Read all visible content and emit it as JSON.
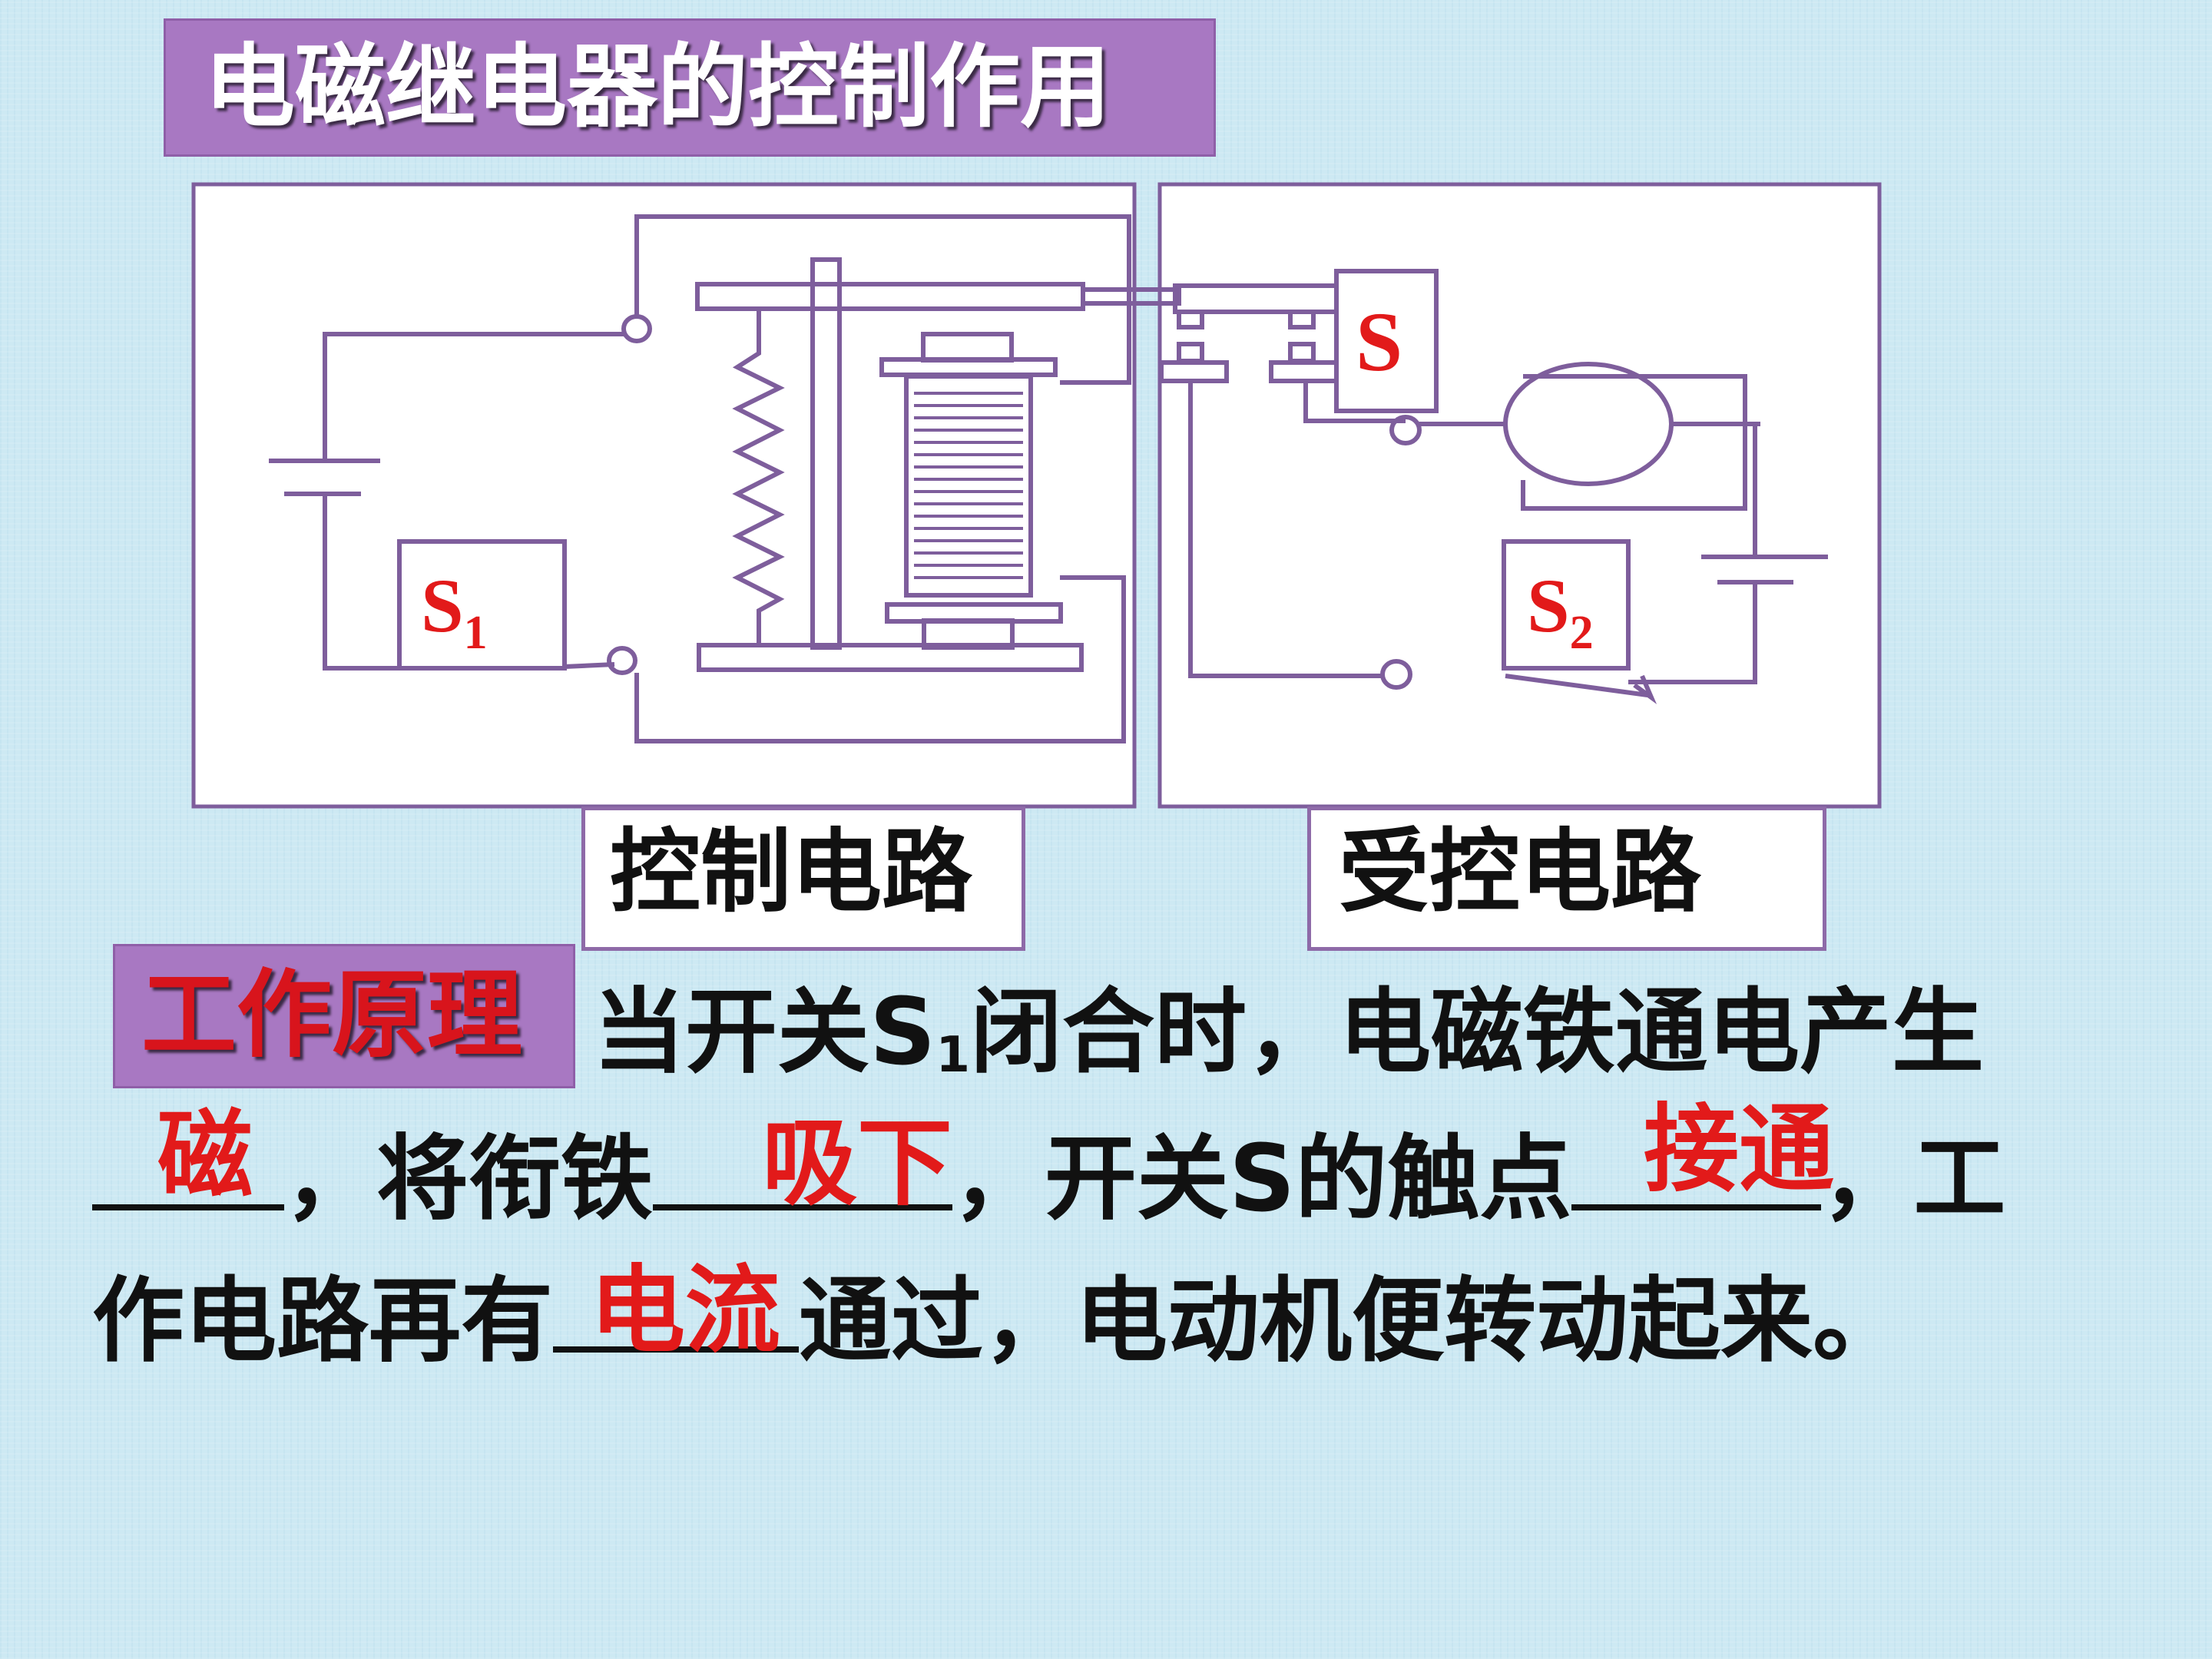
{
  "title": "电磁继电器的控制作用",
  "diagram": {
    "s1_label": "S",
    "s1_sub": "1",
    "s_label": "S",
    "s2_label": "S",
    "s2_sub": "2",
    "control_circuit_label": "控制电路",
    "controlled_circuit_label": "受控电路"
  },
  "principle": {
    "badge": "工作原理",
    "line1_pre": "当开关S",
    "line1_sub": "1",
    "line1_post": "闭合时，电磁铁通电产生",
    "line2_a": "，将衔铁",
    "line2_b": "，开关S的触点",
    "line2_c": "，工",
    "line3_a": "作电路再有",
    "line3_b": "通过，电动机便转动起来。",
    "answers": [
      "磁",
      "吸下",
      "接通",
      "电流"
    ]
  },
  "colors": {
    "wire": "#7e5e9c",
    "title_bg": "#a878c2",
    "answer": "#e21a1a",
    "background": "#cde9f3"
  }
}
